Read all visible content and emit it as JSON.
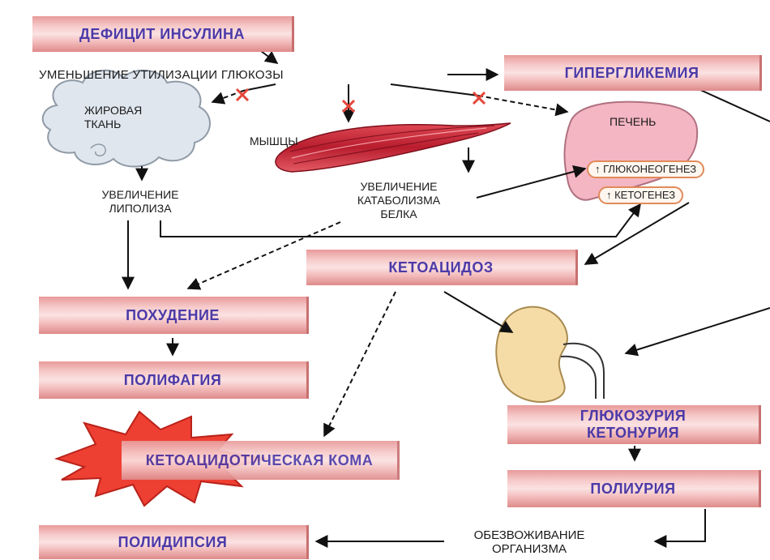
{
  "boxes": {
    "insulin_deficit": "ДЕФИЦИТ ИНСУЛИНА",
    "hyperglycemia": "ГИПЕРГЛИКЕМИЯ",
    "ketoacidosis": "КЕТОАЦИДОЗ",
    "weight_loss": "ПОХУДЕНИЕ",
    "polyphagia": "ПОЛИФАГИЯ",
    "ketoacidotic_coma": "КЕТОАЦИДОТИЧЕСКАЯ КОМА",
    "glucosuria_ketonuria": "ГЛЮКОЗУРИЯ КЕТОНУРИЯ",
    "polyuria": "ПОЛИУРИЯ",
    "polydipsia": "ПОЛИДИПСИЯ"
  },
  "labels": {
    "glucose_utilization": "УМЕНЬШЕНИЕ УТИЛИЗАЦИИ ГЛЮКОЗЫ",
    "adipose_tissue": "ЖИРОВАЯ ТКАНЬ",
    "muscles": "МЫШЦЫ",
    "liver": "ПЕЧЕНЬ",
    "gluconeogenesis": "↑ ГЛЮКОНЕОГЕНЕЗ",
    "ketogenesis": "↑ КЕТОГЕНЕЗ",
    "lipolysis_increase": "УВЕЛИЧЕНИЕ ЛИПОЛИЗА",
    "protein_catabolism": "УВЕЛИЧЕНИЕ КАТАБОЛИЗМА БЕЛКА",
    "dehydration": "ОБЕЗВОЖИВАНИЕ ОРГАНИЗМА"
  },
  "colors": {
    "box_text": "#4b3aa8",
    "box_fill": "#f6caca",
    "muscle": "#c8283a",
    "liver": "#f4b6c2",
    "kidney": "#f5dca6",
    "cloud": "#dfe6ee",
    "star": "#ee3f33",
    "block_mark": "#e4453a"
  },
  "icons": {
    "adipose": "cloud-icon",
    "muscle": "muscle-icon",
    "liver": "liver-icon",
    "kidney": "kidney-icon",
    "coma": "explosion-star-icon",
    "blocked": "x-mark-icon"
  }
}
